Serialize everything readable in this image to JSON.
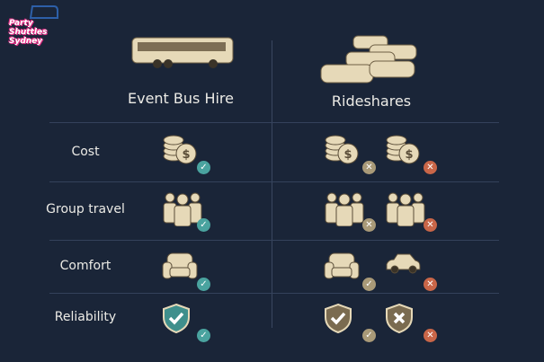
{
  "brand": {
    "line1": "Party",
    "line2": "Shuttles Sydney"
  },
  "columns": [
    {
      "title": "Event Bus Hire"
    },
    {
      "title": "Rideshares"
    }
  ],
  "rows": [
    {
      "label": "Cost",
      "icon": "coins-icon",
      "bus": "check",
      "rideshare": [
        "tan-x",
        "red-x"
      ]
    },
    {
      "label": "Group travel",
      "icon": "people-icon",
      "bus": "check",
      "rideshare": [
        "tan-x",
        "red-x"
      ]
    },
    {
      "label": "Comfort",
      "icon": "armchair-icon",
      "bus": "check",
      "rideshare": [
        "tan-check",
        "red-x"
      ]
    },
    {
      "label": "Reliability",
      "icon": "shield-icon",
      "bus": "check",
      "rideshare": [
        "tan-check",
        "red-x"
      ]
    }
  ],
  "colors": {
    "check": "#4aa39f",
    "tan": "#a99a78",
    "red": "#c96648",
    "bg": "#1a2538"
  }
}
